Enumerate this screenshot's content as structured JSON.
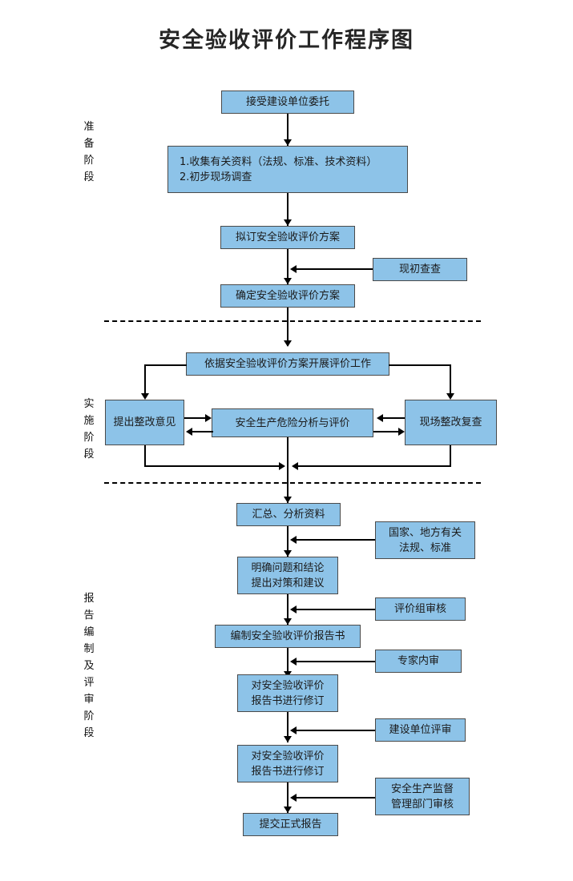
{
  "page": {
    "title": "安全验收评价工作程序图",
    "box_fill": "#8DC3E8",
    "box_border": "#4a4a4a",
    "line_color": "#000000",
    "background": "#ffffff"
  },
  "phases": [
    {
      "id": "preparation",
      "label": "准备阶段",
      "chars": [
        "准",
        "备",
        "阶",
        "段"
      ]
    },
    {
      "id": "implementation",
      "label": "实施阶段",
      "chars": [
        "实",
        "施",
        "阶",
        "段"
      ]
    },
    {
      "id": "report-review",
      "label": "报告编制及评审阶段",
      "chars": [
        "报",
        "告",
        "编",
        "制",
        "及",
        "评",
        "审",
        "阶",
        "段"
      ]
    }
  ],
  "nodes": {
    "accept_commission": "接受建设单位委托",
    "collect_materials": "1.收集有关资料（法规、标准、技术资料）\n2.初步现场调查",
    "draft_plan": "拟订安全验收评价方案",
    "preliminary_check": "现初查查",
    "confirm_plan": "确定安全验收评价方案",
    "carry_out_evaluation": "依据安全验收评价方案开展评价工作",
    "rectification_opinion": "提出整改意见",
    "hazard_analysis": "安全生产危险分析与评价",
    "onsite_recheck": "现场整改复查",
    "summarize_data": "汇总、分析资料",
    "clarify_problems": "明确问题和结论\n提出对策和建议",
    "national_local_regs": "国家、地方有关\n法规、标准",
    "compile_report": "编制安全验收评价报告书",
    "team_review": "评价组审核",
    "expert_internal_review": "专家内审",
    "revise_report_1": "对安全验收评价\n报告书进行修订",
    "construction_unit_review": "建设单位评审",
    "revise_report_2": "对安全验收评价\n报告书进行修订",
    "safety_supervision_review": "安全生产监督\n管理部门审核",
    "submit_final_report": "提交正式报告"
  },
  "chart_data": {
    "type": "flowchart",
    "title": "安全验收评价工作程序图",
    "phases": [
      "准备阶段",
      "实施阶段",
      "报告编制及评审阶段"
    ],
    "nodes": [
      {
        "id": "accept_commission",
        "label": "接受建设单位委托",
        "phase": "准备阶段"
      },
      {
        "id": "collect_materials",
        "label": "1.收集有关资料（法规、标准、技术资料） 2.初步现场调查",
        "phase": "准备阶段"
      },
      {
        "id": "draft_plan",
        "label": "拟订安全验收评价方案",
        "phase": "准备阶段"
      },
      {
        "id": "preliminary_check",
        "label": "现初查查",
        "phase": "准备阶段",
        "kind": "side-input"
      },
      {
        "id": "confirm_plan",
        "label": "确定安全验收评价方案",
        "phase": "准备阶段"
      },
      {
        "id": "carry_out_evaluation",
        "label": "依据安全验收评价方案开展评价工作",
        "phase": "实施阶段"
      },
      {
        "id": "rectification_opinion",
        "label": "提出整改意见",
        "phase": "实施阶段"
      },
      {
        "id": "hazard_analysis",
        "label": "安全生产危险分析与评价",
        "phase": "实施阶段"
      },
      {
        "id": "onsite_recheck",
        "label": "现场整改复查",
        "phase": "实施阶段"
      },
      {
        "id": "summarize_data",
        "label": "汇总、分析资料",
        "phase": "报告编制及评审阶段"
      },
      {
        "id": "clarify_problems",
        "label": "明确问题和结论 提出对策和建议",
        "phase": "报告编制及评审阶段"
      },
      {
        "id": "national_local_regs",
        "label": "国家、地方有关法规、标准",
        "phase": "报告编制及评审阶段",
        "kind": "side-input"
      },
      {
        "id": "compile_report",
        "label": "编制安全验收评价报告书",
        "phase": "报告编制及评审阶段"
      },
      {
        "id": "team_review",
        "label": "评价组审核",
        "phase": "报告编制及评审阶段",
        "kind": "side-input"
      },
      {
        "id": "expert_internal_review",
        "label": "专家内审",
        "phase": "报告编制及评审阶段",
        "kind": "side-input"
      },
      {
        "id": "revise_report_1",
        "label": "对安全验收评价报告书进行修订",
        "phase": "报告编制及评审阶段"
      },
      {
        "id": "construction_unit_review",
        "label": "建设单位评审",
        "phase": "报告编制及评审阶段",
        "kind": "side-input"
      },
      {
        "id": "revise_report_2",
        "label": "对安全验收评价报告书进行修订",
        "phase": "报告编制及评审阶段"
      },
      {
        "id": "safety_supervision_review",
        "label": "安全生产监督管理部门审核",
        "phase": "报告编制及评审阶段",
        "kind": "side-input"
      },
      {
        "id": "submit_final_report",
        "label": "提交正式报告",
        "phase": "报告编制及评审阶段"
      }
    ],
    "edges": [
      {
        "from": "accept_commission",
        "to": "collect_materials"
      },
      {
        "from": "collect_materials",
        "to": "draft_plan"
      },
      {
        "from": "draft_plan",
        "to": "confirm_plan"
      },
      {
        "from": "preliminary_check",
        "to": "draft_plan",
        "style": "side"
      },
      {
        "from": "confirm_plan",
        "to": "carry_out_evaluation"
      },
      {
        "from": "carry_out_evaluation",
        "to": "rectification_opinion"
      },
      {
        "from": "carry_out_evaluation",
        "to": "onsite_recheck"
      },
      {
        "from": "rectification_opinion",
        "to": "hazard_analysis",
        "bidirectional": true
      },
      {
        "from": "onsite_recheck",
        "to": "hazard_analysis",
        "bidirectional": true
      },
      {
        "from": "rectification_opinion",
        "to": "summarize_data"
      },
      {
        "from": "onsite_recheck",
        "to": "summarize_data"
      },
      {
        "from": "hazard_analysis",
        "to": "summarize_data"
      },
      {
        "from": "summarize_data",
        "to": "clarify_problems"
      },
      {
        "from": "national_local_regs",
        "to": "clarify_problems",
        "style": "side"
      },
      {
        "from": "clarify_problems",
        "to": "compile_report"
      },
      {
        "from": "team_review",
        "to": "compile_report",
        "style": "side"
      },
      {
        "from": "compile_report",
        "to": "revise_report_1"
      },
      {
        "from": "expert_internal_review",
        "to": "revise_report_1",
        "style": "side"
      },
      {
        "from": "revise_report_1",
        "to": "revise_report_2"
      },
      {
        "from": "construction_unit_review",
        "to": "revise_report_2",
        "style": "side"
      },
      {
        "from": "revise_report_2",
        "to": "submit_final_report"
      },
      {
        "from": "safety_supervision_review",
        "to": "submit_final_report",
        "style": "side"
      }
    ]
  }
}
